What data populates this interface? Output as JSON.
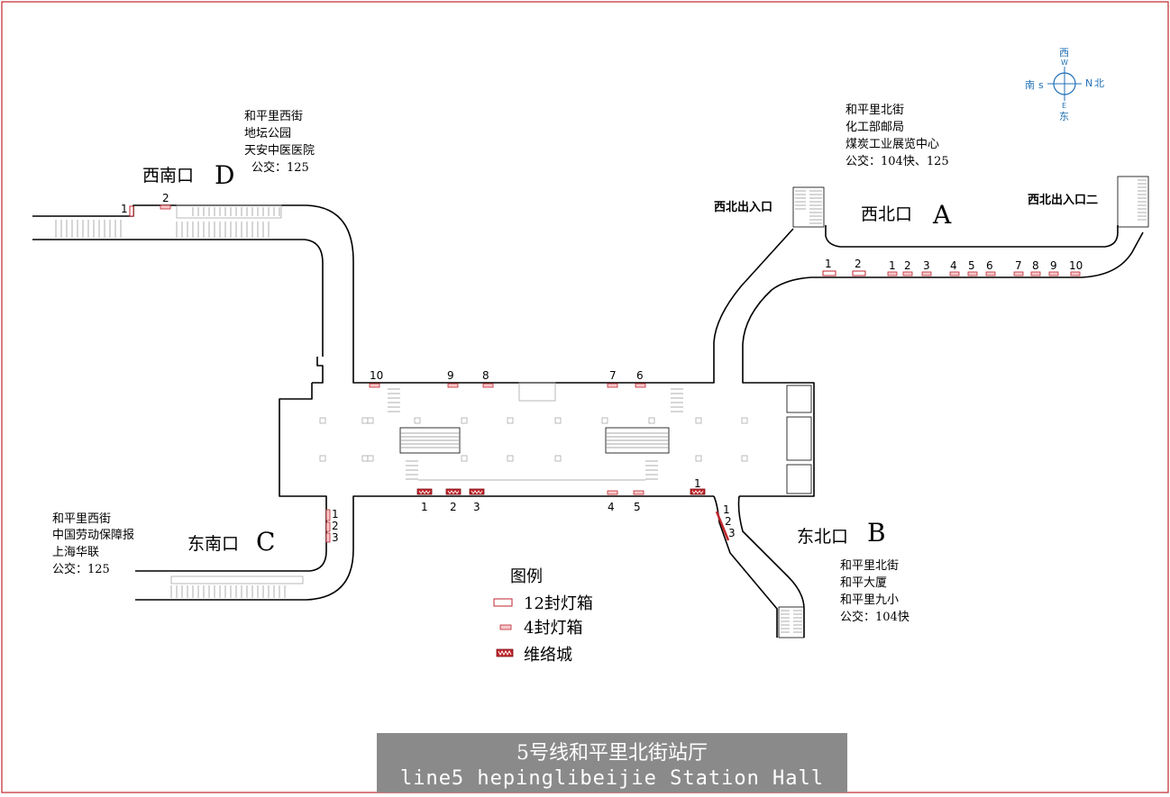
{
  "exits": {
    "d": {
      "name": "西南口",
      "letter": "D",
      "info": [
        "和平里西街",
        "地坛公园",
        "天安中医医院",
        "公交：125"
      ],
      "labels": [
        "1",
        "2"
      ]
    },
    "a": {
      "name": "西北口",
      "letter": "A",
      "info": [
        "和平里北街",
        "化工部邮局",
        "煤炭工业展览中心",
        "公交：104快、125"
      ],
      "side_left": "西北出入口",
      "side_right": "西北出入口二",
      "labels": [
        "1",
        "2",
        "1",
        "2",
        "3",
        "4",
        "5",
        "6",
        "7",
        "8",
        "9",
        "10"
      ]
    },
    "c": {
      "name": "东南口",
      "letter": "C",
      "info": [
        "和平里西街",
        "中国劳动保障报",
        "上海华联",
        "公交：125"
      ],
      "labels": [
        "1",
        "2",
        "3"
      ]
    },
    "b": {
      "name": "东北口",
      "letter": "B",
      "info": [
        "和平里北街",
        "和平大厦",
        "和平里九小",
        "公交：104快"
      ],
      "labels": [
        "1",
        "2",
        "3"
      ]
    }
  },
  "hall": {
    "top_labels": [
      "10",
      "9",
      "8",
      "7",
      "6"
    ],
    "bottom_labels": [
      "1",
      "2",
      "3",
      "4",
      "5",
      "1"
    ]
  },
  "compass": {
    "west": "西",
    "w": "W",
    "south": "南",
    "s": "s",
    "north_n": "N",
    "north": "北",
    "e": "E",
    "east": "东",
    "color": "#1f6fb5"
  },
  "legend": {
    "title": "图例",
    "items": [
      {
        "icon": "12-panel-lightbox-icon",
        "label": "12封灯箱"
      },
      {
        "icon": "4-panel-lightbox-icon",
        "label": "4封灯箱"
      },
      {
        "icon": "vigour-city-icon",
        "label": "维络城"
      }
    ]
  },
  "title": {
    "cn": "5号线和平里北街站厅",
    "en": "line5 hepinglibeijie Station Hall"
  },
  "colors": {
    "frame": "#c0262c",
    "accent": "#c0262c",
    "banner": "#8a8a8a"
  }
}
